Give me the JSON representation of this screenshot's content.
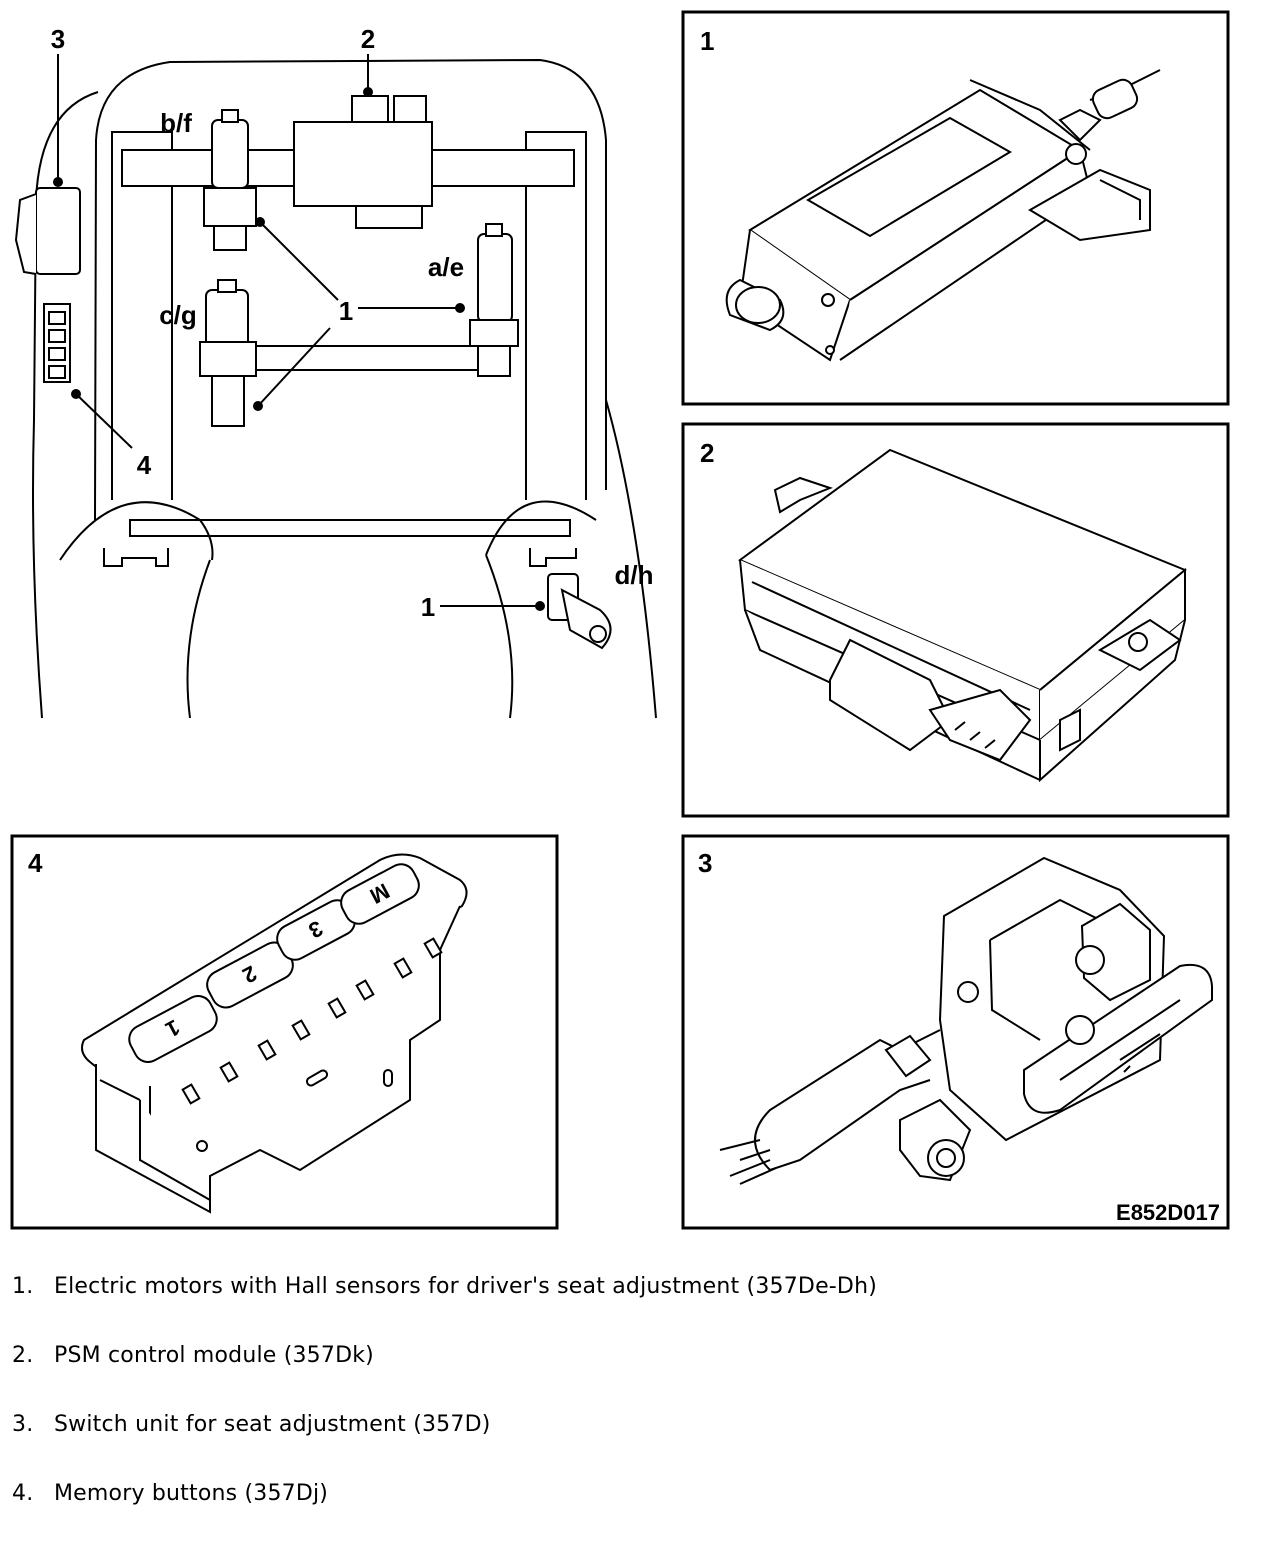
{
  "figure_id": "E852D017",
  "overview_labels": {
    "motor": "1",
    "control_module": "2",
    "switch_unit": "3",
    "memory_buttons": "4",
    "motor_bf": "b/f",
    "motor_cg": "c/g",
    "motor_ae": "a/e",
    "motor_dh": "d/h"
  },
  "panels": [
    {
      "number": "1"
    },
    {
      "number": "2"
    },
    {
      "number": "4"
    },
    {
      "number": "3"
    }
  ],
  "memory_button_labels": [
    "1",
    "2",
    "3",
    "M"
  ],
  "legend": [
    {
      "number": "1.",
      "text": "Electric motors with Hall sensors for driver's seat adjustment (357De-Dh)"
    },
    {
      "number": "2.",
      "text": "PSM control module (357Dk)"
    },
    {
      "number": "3.",
      "text": "Switch unit for seat adjustment (357D)"
    },
    {
      "number": "4.",
      "text": "Memory buttons (357Dj)"
    }
  ]
}
